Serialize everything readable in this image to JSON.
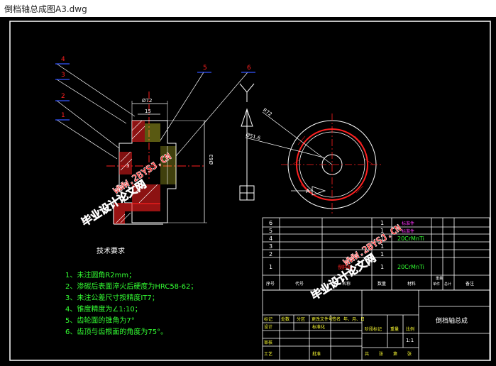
{
  "window": {
    "title": "倒档轴总成图A3.dwg"
  },
  "balloons": [
    "1",
    "2",
    "3",
    "4",
    "5",
    "6"
  ],
  "dims": {
    "d72": "Ø72",
    "d15": "15",
    "d3": "3",
    "d63": "Ø63",
    "r72": "R72",
    "d51": "Ø51.6"
  },
  "section": {
    "letter": "A"
  },
  "watermark": {
    "text1": "毕业设计论文网",
    "url": "WWW.2BYSJ.CN"
  },
  "tech": {
    "title": "技术要求",
    "items": [
      "1、未注圆角R2mm；",
      "2、渗碳后表面淬火后硬度为HRC58-62；",
      "3、未注公差尺寸按精度IT7；",
      "4、锥度精度为∠1:10；",
      "5、齿轮面的锥角为7°",
      "6、齿顶与齿根面的角度为75°。"
    ]
  },
  "bom": {
    "rows": [
      {
        "no": "6",
        "name": "",
        "qty": "1",
        "material": "标准件"
      },
      {
        "no": "5",
        "name": "",
        "qty": "1",
        "material": "标准件"
      },
      {
        "no": "4",
        "name": "",
        "qty": "1",
        "material": "20CrMnTi"
      },
      {
        "no": "3",
        "name": "",
        "qty": "1",
        "material": ""
      },
      {
        "no": "2",
        "name": "",
        "qty": "1",
        "material": ""
      },
      {
        "no": "1",
        "name": "倒档轴",
        "qty": "1",
        "material": "20CrMnTi"
      }
    ],
    "header": [
      "序号",
      "代号",
      "名称",
      "数量",
      "材料",
      "单件",
      "总计",
      "备注"
    ],
    "header_weight": "重量"
  },
  "title_block": {
    "drawing_name": "倒档轴总成",
    "scale": "1:1",
    "labels": {
      "mark": "标记",
      "count": "处数",
      "zone": "分区",
      "change_doc": "更改文件号",
      "sign": "签名",
      "date": "年、月、日",
      "design": "设计",
      "standard": "标准化",
      "review": "审核",
      "process": "工艺",
      "approve": "批准",
      "stage": "阶段标记",
      "weight": "重量",
      "ratio": "比例",
      "total": "共",
      "sheet": "张",
      "page": "第",
      "page2": "张"
    }
  },
  "colors": {
    "bg": "#000000",
    "white": "#ffffff",
    "red": "#ff2020",
    "green": "#33ff33",
    "yellow": "#ffff33",
    "magenta": "#ff33ff",
    "blue": "#3355ff",
    "cyan": "#33ffff"
  }
}
